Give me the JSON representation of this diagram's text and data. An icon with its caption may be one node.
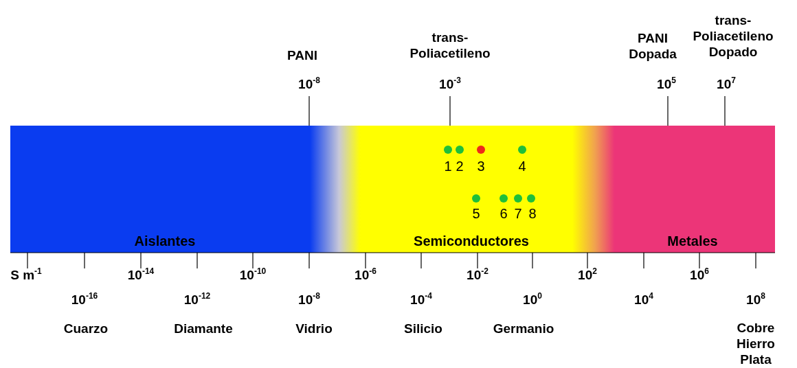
{
  "diagram": {
    "labels": [
      "trans- Poliacetileno Dopado",
      "trans- Poliacetileno",
      "PANI Dopada",
      "PANI",
      "10$^{-8}$",
      "10$^{-3}$",
      "10$^{5}$",
      "10$^{7}$",
      "1",
      "2",
      "3",
      "4",
      "5",
      "6",
      "7",
      "8",
      "Aislantes",
      "Semiconductores",
      "Metales",
      "S m$^{-1}$",
      "10$^{-14}$",
      "10$^{-10}$",
      "10$^{-6}$",
      "10$^{-2}$",
      "10$^{2}$",
      "10$^{6}$",
      "10$^{-16}$",
      "10$^{-12}$",
      "10$^{-8}$",
      "10$^{-4}$",
      "10$^{0}$",
      "10$^{4}$",
      "10$^{8}$",
      "Cuarzo",
      "Diamante",
      "Vidrio",
      "Silicio",
      "Germanio",
      "Cobre Hierro Plata"
    ]
  }
}
